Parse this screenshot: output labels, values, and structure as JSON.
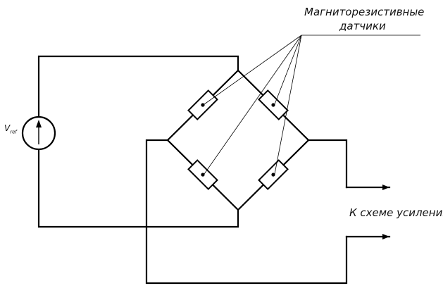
{
  "labels": {
    "sensors_line1": "Магниторезистивные",
    "sensors_line2": "датчики",
    "amplifier": "К схеме усиления",
    "vref_main": "V",
    "vref_sub": "ref"
  },
  "icons": {
    "source": "voltage-source-icon",
    "resistor": "magnetoresistor-icon",
    "arrow": "arrow-right-icon"
  },
  "colors": {
    "line": "#000000",
    "background": "#ffffff"
  }
}
